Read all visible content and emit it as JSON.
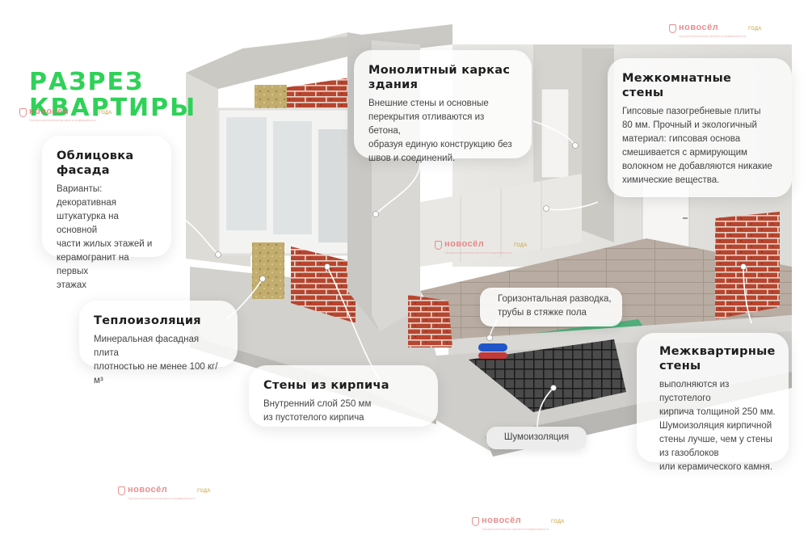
{
  "title": {
    "line1": "Разрез",
    "line2": "квартиры"
  },
  "cards": {
    "facade": {
      "heading": "Облицовка\nфасада",
      "text": "Варианты: декоративная\nштукатурка на основной\nчасти жилых этажей и\nкерамогранит на первых\nэтажах"
    },
    "frame": {
      "heading": "Монолитный каркас\nздания",
      "text": "Внешние стены и основные\nперекрытия отливаются из бетона,\nобразуя единую конструкцию без\nшвов и соединений."
    },
    "partitions": {
      "heading": "Межкомнатные\nстены",
      "text": "Гипсовые пазогребневые плиты\n80 мм. Прочный и экологичный\nматериал: гипсовая основа\nсмешивается  с армирующим\nволокном не добавляются никакие\nхимические вещества."
    },
    "insulation": {
      "heading": "Теплоизоляция",
      "text": "Минеральная фасадная плита\nплотностью не менее 100 кг/м³"
    },
    "brick": {
      "heading": "Стены из кирпича",
      "text": "Внутренний слой 250 мм\nиз пустотелого кирпича"
    },
    "interapt": {
      "heading": "Межквартирные\nстены",
      "text": "выполняются из пустотелого\nкирпича толщиной 250 мм.\nШумоизоляция кирпичной\nстены лучше, чем у стены\nиз газоблоков\nили керамического камня."
    }
  },
  "pills": {
    "wiring": "Горизонтальная разводка,\nтрубы в стяжке пола",
    "noise": "Шумоизоляция"
  },
  "watermark": {
    "name": "новосёл",
    "sub": "Профессиональная премия в недвижимости",
    "year": "ГОДА"
  },
  "colors": {
    "accent": "#2fd158",
    "brick": "#b8452f",
    "insulation": "#c2ad6e",
    "floor": "#b9ada3",
    "concrete": "#d9d8d4",
    "soundproof": "#4fae7a",
    "watermark": "#e06a6a"
  }
}
